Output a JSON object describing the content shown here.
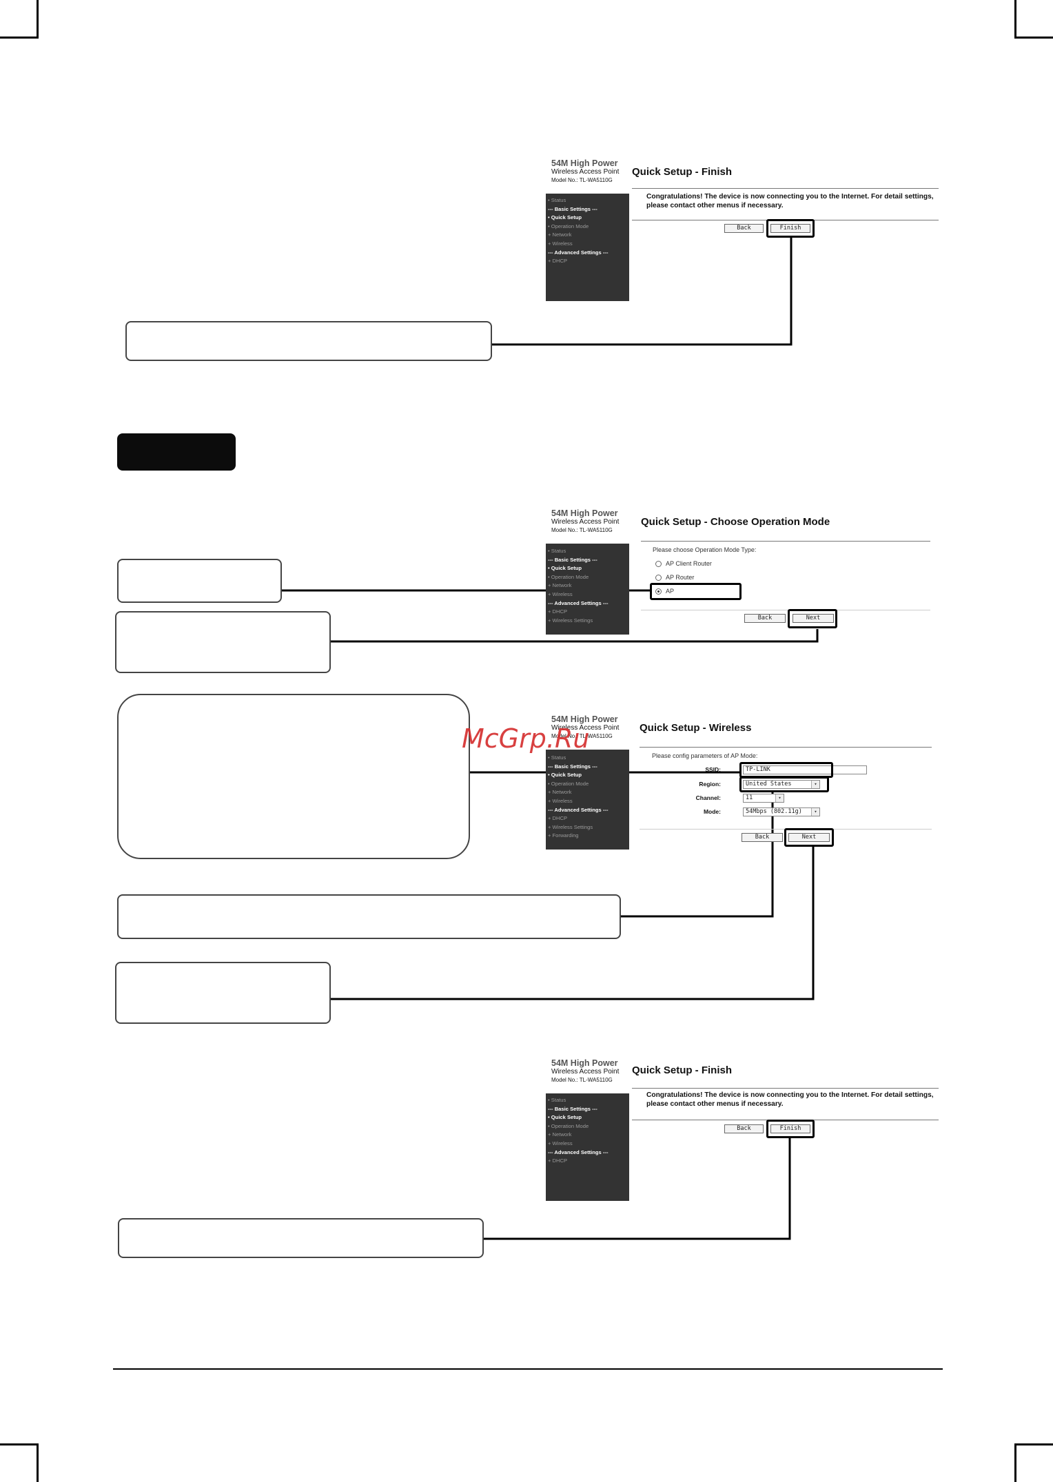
{
  "brand": {
    "line1": "54M High Power",
    "line2": "Wireless Access Point",
    "model": "Model No.: TL-WA5110G"
  },
  "menus": {
    "finish": [
      {
        "label": "• Status",
        "style": "normal"
      },
      {
        "label": "--- Basic Settings ---",
        "style": "header"
      },
      {
        "label": "• Quick Setup",
        "style": "active"
      },
      {
        "label": "• Operation Mode",
        "style": "normal"
      },
      {
        "label": "+ Network",
        "style": "normal"
      },
      {
        "label": "+ Wireless",
        "style": "normal"
      },
      {
        "label": "--- Advanced Settings ---",
        "style": "header"
      },
      {
        "label": "+ DHCP",
        "style": "normal"
      }
    ],
    "opmode": [
      {
        "label": "• Status",
        "style": "normal"
      },
      {
        "label": "--- Basic Settings ---",
        "style": "header"
      },
      {
        "label": "• Quick Setup",
        "style": "active"
      },
      {
        "label": "• Operation Mode",
        "style": "normal"
      },
      {
        "label": "+ Network",
        "style": "normal"
      },
      {
        "label": "+ Wireless",
        "style": "normal"
      },
      {
        "label": "--- Advanced Settings ---",
        "style": "header"
      },
      {
        "label": "+ DHCP",
        "style": "normal"
      },
      {
        "label": "+ Wireless Settings",
        "style": "normal"
      }
    ],
    "wireless": [
      {
        "label": "• Status",
        "style": "normal"
      },
      {
        "label": "--- Basic Settings ---",
        "style": "header"
      },
      {
        "label": "• Quick Setup",
        "style": "active"
      },
      {
        "label": "• Operation Mode",
        "style": "normal"
      },
      {
        "label": "+ Network",
        "style": "normal"
      },
      {
        "label": "+ Wireless",
        "style": "normal"
      },
      {
        "label": "--- Advanced Settings ---",
        "style": "header"
      },
      {
        "label": "+ DHCP",
        "style": "normal"
      },
      {
        "label": "+ Wireless Settings",
        "style": "normal"
      },
      {
        "label": "+ Forwarding",
        "style": "normal"
      }
    ]
  },
  "finish": {
    "title": "Quick Setup - Finish",
    "message": "Congratulations! The device is now connecting you to the Internet. For detail settings, please contact other menus if necessary.",
    "back": "Back",
    "finish": "Finish"
  },
  "opmode": {
    "title": "Quick Setup - Choose Operation Mode",
    "prompt": "Please choose Operation Mode Type:",
    "options": [
      "AP Client Router",
      "AP Router",
      "AP"
    ],
    "back": "Back",
    "next": "Next"
  },
  "wireless": {
    "title": "Quick Setup - Wireless",
    "prompt": "Please config parameters of AP Mode:",
    "ssid_label": "SSID:",
    "ssid_value": "TP-LINK",
    "region_label": "Region:",
    "region_value": "United States",
    "channel_label": "Channel:",
    "channel_value": "11",
    "mode_label": "Mode:",
    "mode_value": "54Mbps (802.11g)",
    "back": "Back",
    "next": "Next"
  },
  "watermark": "McGrp.Ru"
}
